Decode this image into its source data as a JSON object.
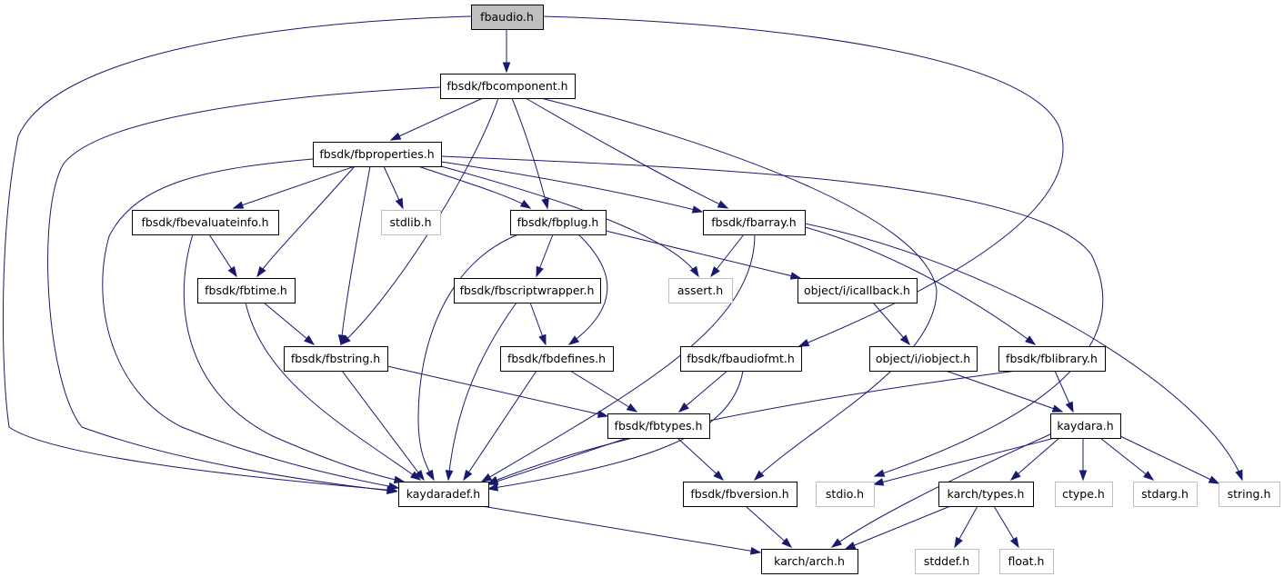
{
  "nodes": {
    "fbaudio": "fbaudio.h",
    "fbcomponent": "fbsdk/fbcomponent.h",
    "fbproperties": "fbsdk/fbproperties.h",
    "fbevaluateinfo": "fbsdk/fbevaluateinfo.h",
    "stdlib": "stdlib.h",
    "fbplug": "fbsdk/fbplug.h",
    "fbarray": "fbsdk/fbarray.h",
    "fbtime": "fbsdk/fbtime.h",
    "fbscriptwrapper": "fbsdk/fbscriptwrapper.h",
    "assert": "assert.h",
    "icallback": "object/i/icallback.h",
    "fbstring": "fbsdk/fbstring.h",
    "fbdefines": "fbsdk/fbdefines.h",
    "fbaudiofmt": "fbsdk/fbaudiofmt.h",
    "iobject": "object/i/iobject.h",
    "fblibrary": "fbsdk/fblibrary.h",
    "fbtypes": "fbsdk/fbtypes.h",
    "kaydara": "kaydara.h",
    "kaydaradef": "kaydaradef.h",
    "fbversion": "fbsdk/fbversion.h",
    "stdio": "stdio.h",
    "karchtypes": "karch/types.h",
    "ctype": "ctype.h",
    "stdarg": "stdarg.h",
    "string": "string.h",
    "stddef": "stddef.h",
    "float": "float.h",
    "karcharch": "karch/arch.h"
  },
  "colors": {
    "edge": "#191970",
    "root_fill": "#bfbfbf",
    "external_border": "#bfbfbf",
    "node_border": "#000000"
  }
}
